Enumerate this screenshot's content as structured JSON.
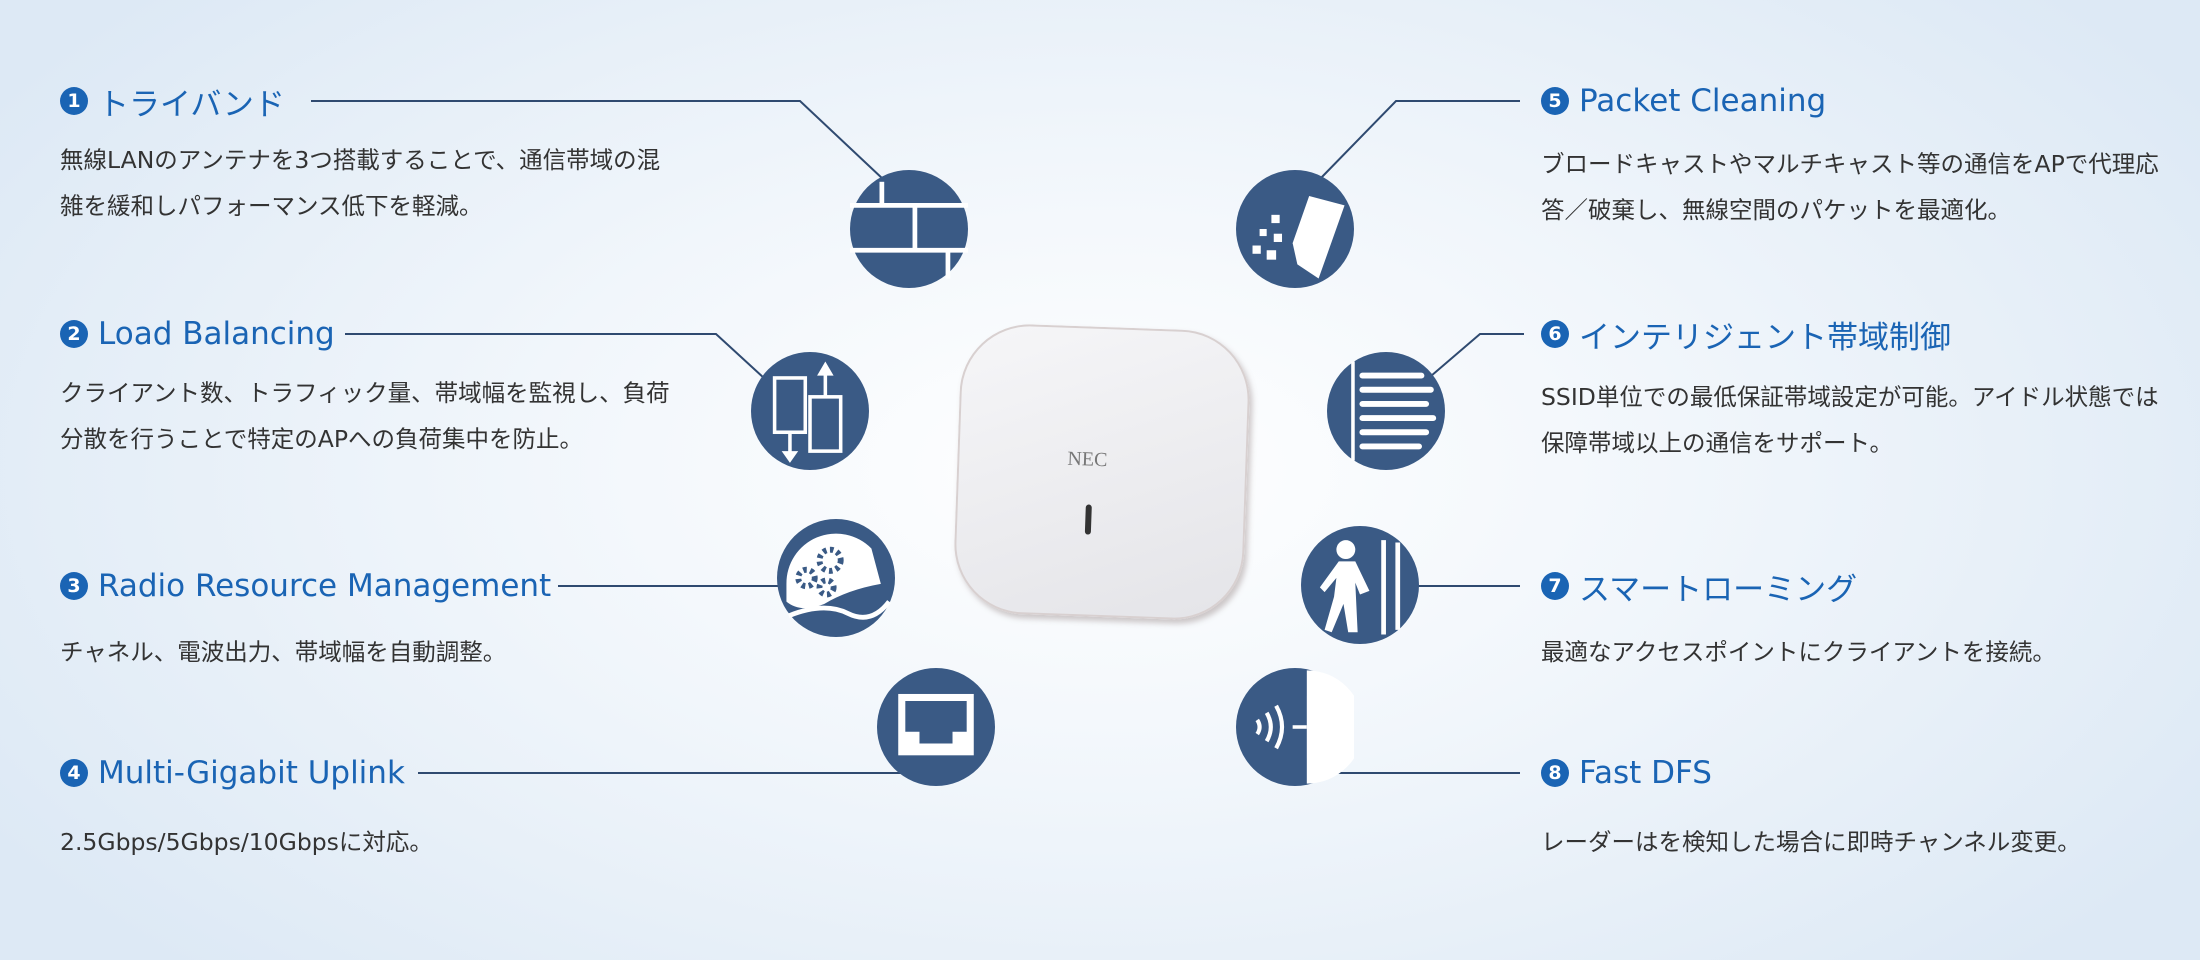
{
  "features": [
    {
      "num": "1",
      "title": "トライバンド",
      "desc": "無線LANのアンテナを3つ搭載することで、通信帯域の混雑を緩和しパフォーマンス低下を軽減。",
      "icon": "antenna-band-icon"
    },
    {
      "num": "2",
      "title": "Load Balancing",
      "desc": "クライアント数、トラフィック量、帯域幅を監視し、負荷分散を行うことで特定のAPへの負荷集中を防止。",
      "icon": "load-balancing-icon"
    },
    {
      "num": "3",
      "title": "Radio Resource Management",
      "desc": "チャネル、電波出力、帯域幅を自動調整。",
      "icon": "gears-icon"
    },
    {
      "num": "4",
      "title": "Multi-Gigabit Uplink",
      "desc": "2.5Gbps/5Gbps/10Gbpsに対応。",
      "icon": "ethernet-port-icon"
    },
    {
      "num": "5",
      "title": "Packet Cleaning",
      "desc": "ブロードキャストやマルチキャスト等の通信をAPで代理応答／破棄し、無線空間のパケットを最適化。",
      "icon": "broom-icon"
    },
    {
      "num": "6",
      "title": "インテリジェント帯域制御",
      "desc": "SSID単位での最低保証帯域設定が可能。アイドル状態では保障帯域以上の通信をサポート。",
      "icon": "bandwidth-bars-icon"
    },
    {
      "num": "7",
      "title": "スマートローミング",
      "desc": "最適なアクセスポイントにクライアントを接続。",
      "icon": "walking-person-icon"
    },
    {
      "num": "8",
      "title": "Fast DFS",
      "desc": "レーダーはを検知した場合に即時チャンネル変更。",
      "icon": "radar-wave-icon"
    }
  ],
  "device": {
    "brand": "NEC"
  },
  "colors": {
    "heading": "#1a64b4",
    "icon": "#3a5a85",
    "line": "#2f4a70",
    "text": "#333333"
  }
}
